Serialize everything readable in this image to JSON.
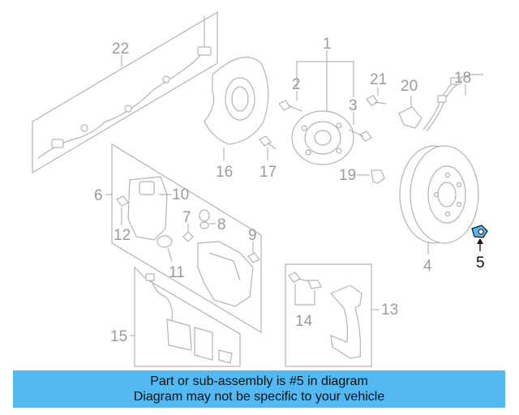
{
  "diagram": {
    "highlight_color": "#52b9f2",
    "callouts": [
      {
        "id": "c1",
        "label": "1"
      },
      {
        "id": "c2",
        "label": "2"
      },
      {
        "id": "c3",
        "label": "3"
      },
      {
        "id": "c4",
        "label": "4"
      },
      {
        "id": "c5",
        "label": "5"
      },
      {
        "id": "c6",
        "label": "6"
      },
      {
        "id": "c7",
        "label": "7"
      },
      {
        "id": "c8",
        "label": "8"
      },
      {
        "id": "c9",
        "label": "9"
      },
      {
        "id": "c10",
        "label": "10"
      },
      {
        "id": "c11",
        "label": "11"
      },
      {
        "id": "c12",
        "label": "12"
      },
      {
        "id": "c13",
        "label": "13"
      },
      {
        "id": "c14",
        "label": "14"
      },
      {
        "id": "c15",
        "label": "15"
      },
      {
        "id": "c16",
        "label": "16"
      },
      {
        "id": "c17",
        "label": "17"
      },
      {
        "id": "c18",
        "label": "18"
      },
      {
        "id": "c19",
        "label": "19"
      },
      {
        "id": "c20",
        "label": "20"
      },
      {
        "id": "c21",
        "label": "21"
      },
      {
        "id": "c22",
        "label": "22"
      }
    ]
  },
  "banner": {
    "line1": "Part or sub-assembly is #5 in diagram",
    "line2": "Diagram may not be specific to your vehicle",
    "background_color": "#52b9f2"
  }
}
